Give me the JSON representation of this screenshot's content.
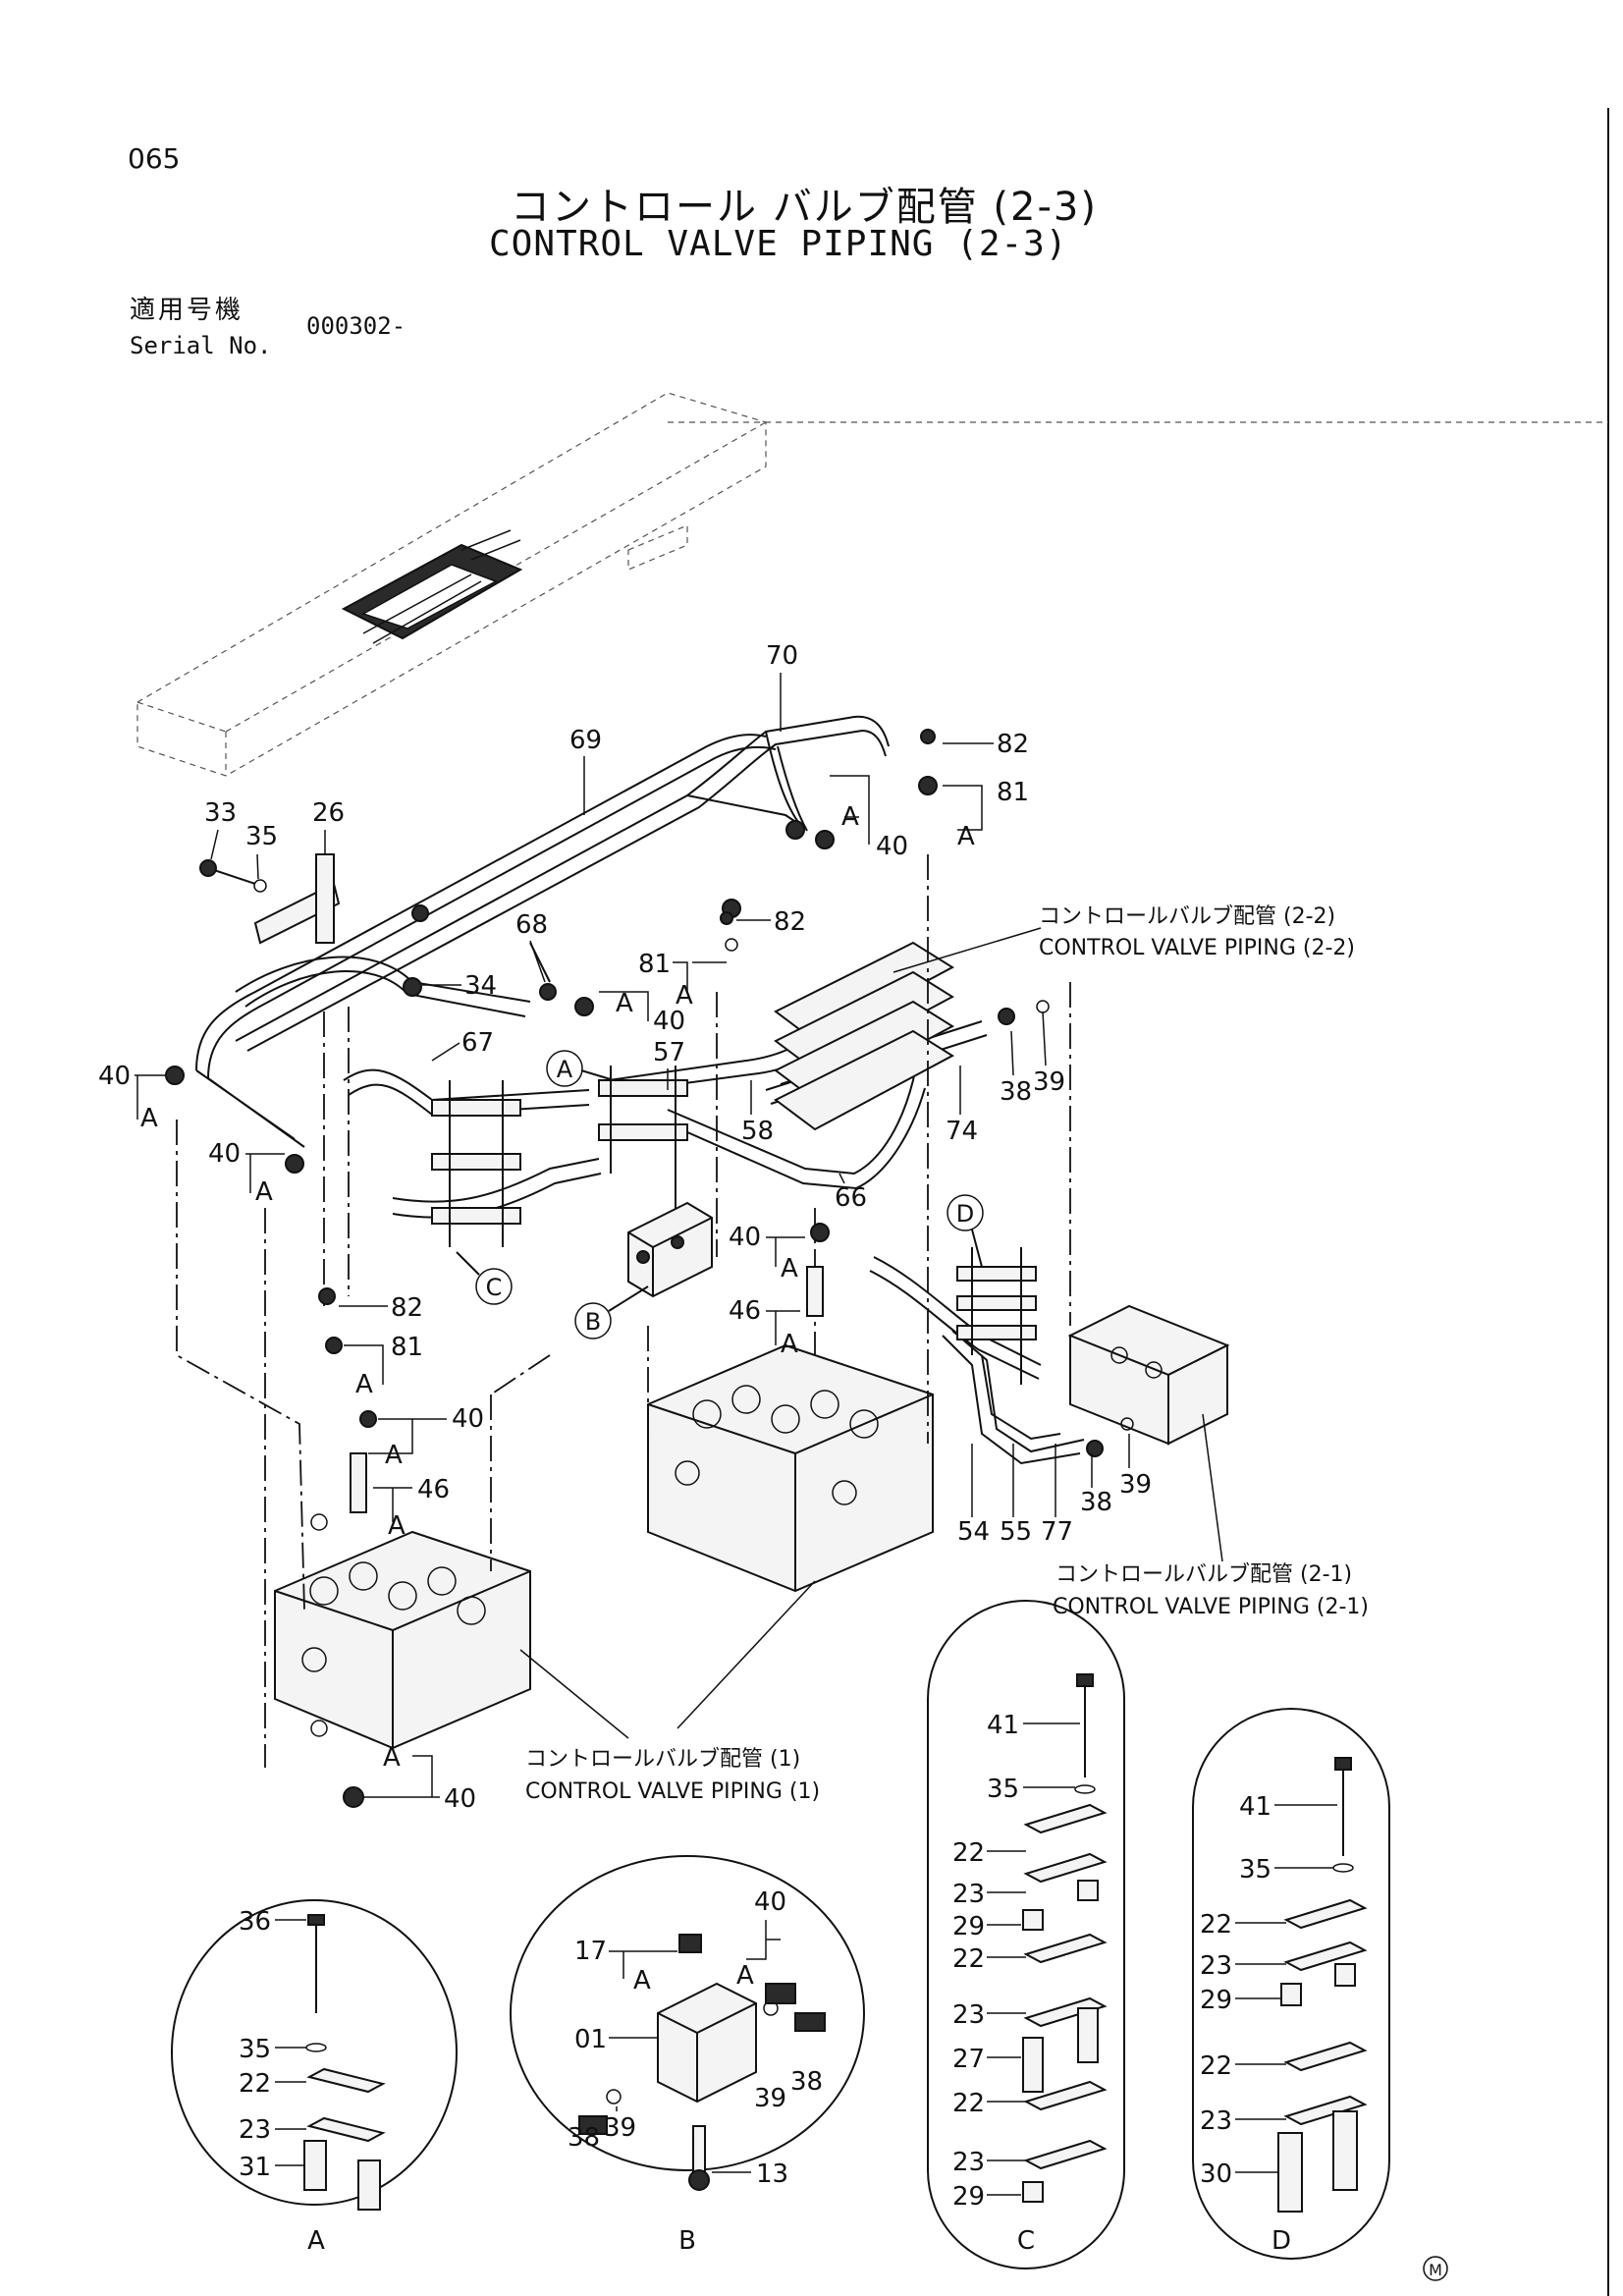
{
  "page_number": "065",
  "title_jp": "コントロール バルブ配管 (2-3)",
  "title_en": "CONTROL VALVE PIPING (2-3)",
  "serial_label_jp": "適用号機",
  "serial_label_en": "Serial No.",
  "serial_value": "000302-",
  "refs": {
    "r22_jp": "コントロールバルブ配管 (2-2)",
    "r22_en": "CONTROL VALVE PIPING (2-2)",
    "r21_jp": "コントロールバルブ配管 (2-1)",
    "r21_en": "CONTROL VALVE PIPING (2-1)",
    "r1_jp": "コントロールバルブ配管 (1)",
    "r1_en": "CONTROL VALVE PIPING (1)"
  },
  "letters": {
    "A": "A",
    "B": "B",
    "C": "C",
    "D": "D",
    "M": "M"
  },
  "callouts": {
    "p01": "01",
    "p13": "13",
    "p17": "17",
    "p22": "22",
    "p23": "23",
    "p26": "26",
    "p27": "27",
    "p29": "29",
    "p30": "30",
    "p31": "31",
    "p33": "33",
    "p34": "34",
    "p35": "35",
    "p36": "36",
    "p38": "38",
    "p39": "39",
    "p40": "40",
    "p41": "41",
    "p46": "46",
    "p54": "54",
    "p55": "55",
    "p57": "57",
    "p58": "58",
    "p66": "66",
    "p67": "67",
    "p68": "68",
    "p69": "69",
    "p70": "70",
    "p74": "74",
    "p77": "77",
    "p81": "81",
    "p82": "82"
  }
}
